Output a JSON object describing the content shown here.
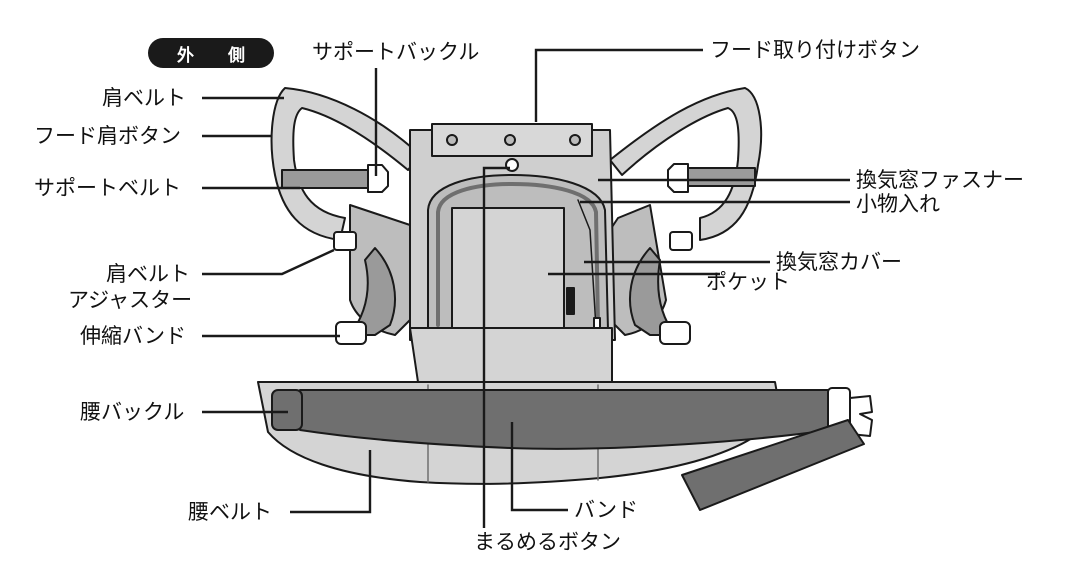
{
  "badge": "外 側",
  "labels": {
    "shoulder_belt": "肩ベルト",
    "hood_shoulder_button": "フード肩ボタン",
    "support_belt": "サポートベルト",
    "shoulder_adjuster_line1": "肩ベルト",
    "shoulder_adjuster_line2": "アジャスター",
    "elastic_band": "伸縮バンド",
    "waist_buckle": "腰バックル",
    "waist_belt": "腰ベルト",
    "support_buckle": "サポートバックル",
    "hood_button": "フード取り付けボタン",
    "vent_fastener": "換気窓ファスナー",
    "small_pocket": "小物入れ",
    "vent_cover": "換気窓カバー",
    "pocket": "ポケット",
    "band": "バンド",
    "roll_button": "まるめるボタン"
  },
  "colors": {
    "fill_light": "#d4d4d4",
    "fill_mid": "#b3b3b3",
    "fill_dark": "#6f6f6f",
    "stroke": "#1a1a1a"
  }
}
